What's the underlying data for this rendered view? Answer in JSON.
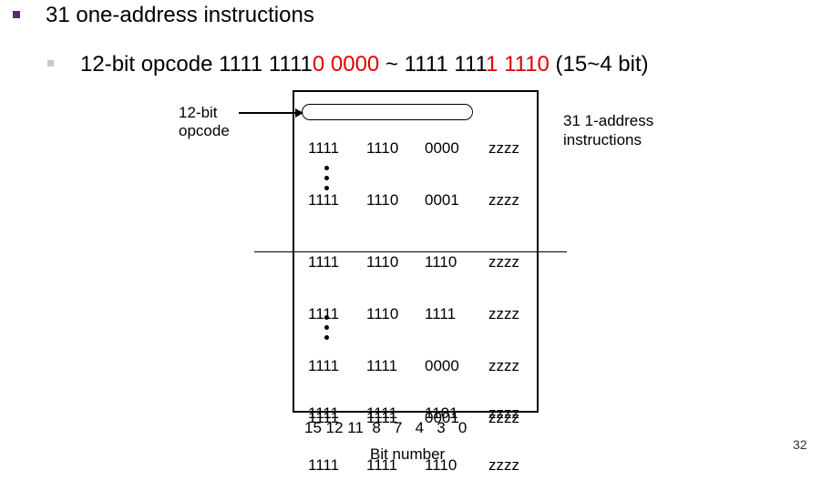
{
  "bullets": {
    "level1": "31 one-address instructions",
    "level2": {
      "prefix": "12-bit opcode 1111 1111",
      "red1": "0 0000",
      "mid": " ~ 1111 111",
      "red2": "1 1110",
      "suffix": " (15~4 bit)"
    }
  },
  "diagram": {
    "opcode_label_line1": "12-bit",
    "opcode_label_line2": "opcode",
    "right_label_line1": "31  1-address",
    "right_label_line2": "instructions",
    "group_top": [
      [
        "1111",
        "1110",
        "0000",
        "zzzz"
      ],
      [
        "1111",
        "1110",
        "0001",
        "zzzz"
      ]
    ],
    "group_mid": [
      [
        "1111",
        "1110",
        "1110",
        "zzzz"
      ],
      [
        "1111",
        "1110",
        "1111",
        "zzzz"
      ],
      [
        "1111",
        "1111",
        "0000",
        "zzzz"
      ],
      [
        "1111",
        "1111",
        "0001",
        "zzzz"
      ]
    ],
    "group_bottom": [
      [
        "1111",
        "1111",
        "1101",
        "zzzz"
      ],
      [
        "1111",
        "1111",
        "1110",
        "zzzz"
      ]
    ],
    "bit_numbers": "15 12 11  8   7   4   3   0",
    "bit_label": "Bit number"
  },
  "page_number": "32"
}
